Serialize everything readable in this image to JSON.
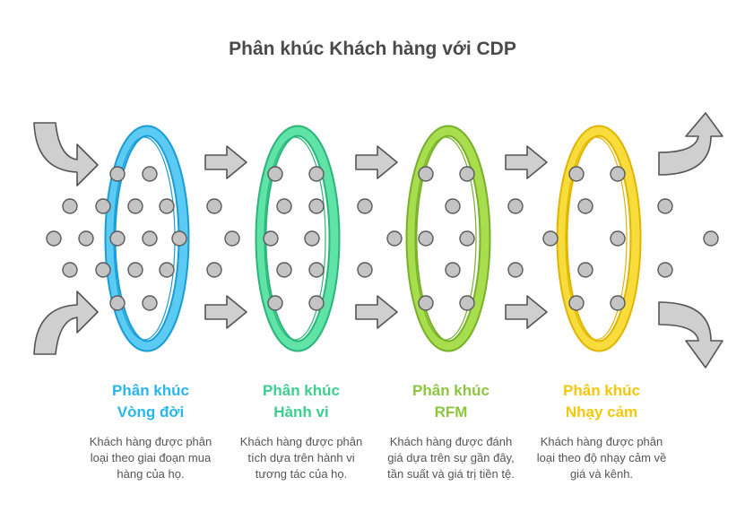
{
  "title": "Phân khúc Khách hàng với CDP",
  "stages": [
    {
      "title_line1": "Phân khúc",
      "title_line2": "Vòng đời",
      "description": "Khách hàng được phân loại theo giai đoạn mua hàng của họ.",
      "color": "#29b6e8",
      "ring_fill": "#5ccbf3",
      "ring_dark": "#1a9cd4"
    },
    {
      "title_line1": "Phân khúc",
      "title_line2": "Hành vi",
      "description": "Khách hàng được phân tích dựa trên hành vi tương tác của họ.",
      "color": "#3ccf8e",
      "ring_fill": "#5fe3a6",
      "ring_dark": "#2bb57a"
    },
    {
      "title_line1": "Phân khúc",
      "title_line2": "RFM",
      "description": "Khách hàng được đánh giá dựa trên sự gần đây, tần suất và giá trị tiền tệ.",
      "color": "#8cc63f",
      "ring_fill": "#a8dd4e",
      "ring_dark": "#78b02c"
    },
    {
      "title_line1": "Phân khúc",
      "title_line2": "Nhạy cảm",
      "description": "Khách hàng được phân loại theo độ nhạy cảm về giá và kênh.",
      "color": "#f2c80f",
      "ring_fill": "#f8dc3c",
      "ring_dark": "#e0b500"
    }
  ],
  "colors": {
    "arrow": "#cfcfcf",
    "arrow_stroke": "#555555",
    "dot": "#c4c4c4",
    "dot_stroke": "#5a5a5a"
  }
}
